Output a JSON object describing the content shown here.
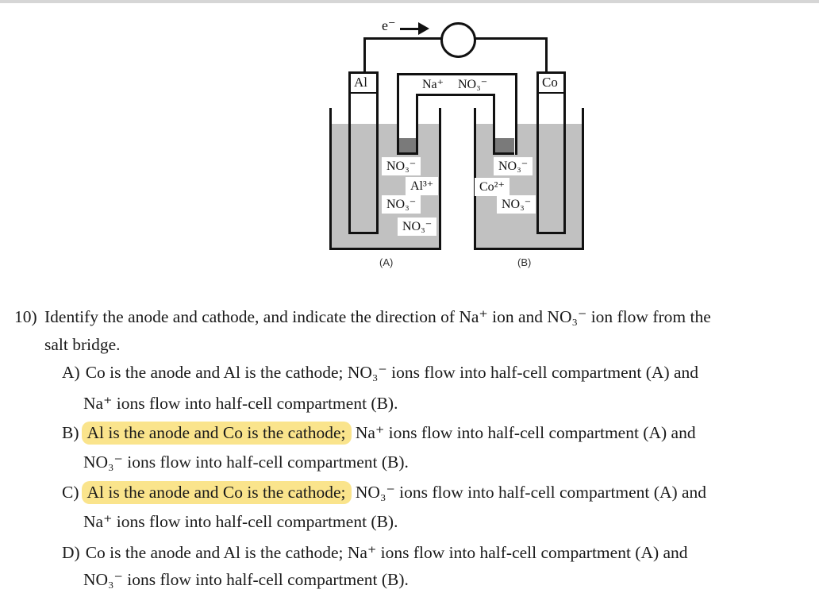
{
  "page": {
    "top_bar_color": "#d6d6d6",
    "background": "#ffffff"
  },
  "diagram": {
    "electron_flow_label": "e⁻",
    "meter": "circle-meter",
    "electrode_left_label": "Al",
    "electrode_right_label": "Co",
    "salt_bridge": {
      "cation_label": "Na⁺",
      "anion_label": "NO₃⁻"
    },
    "beaker_a": {
      "caption": "(A)",
      "ions": [
        "NO₃⁻",
        "Al³⁺",
        "NO₃⁻",
        "NO₃⁻"
      ]
    },
    "beaker_b": {
      "caption": "(B)",
      "ions": [
        "NO₃⁻",
        "Co²⁺",
        "NO₃⁻"
      ]
    },
    "colors": {
      "solution": "#c1c1c1",
      "bridge_tip": "#7a7a7a",
      "outline": "#111111"
    }
  },
  "question": {
    "number": "10)",
    "line1": "Identify the anode and cathode, and indicate the direction of Na⁺ ion and NO₃⁻ ion flow from the",
    "line2": "salt bridge.",
    "highlight_color": "#fae48c",
    "options": [
      {
        "label": "A)",
        "highlight": "",
        "line1_rest": "Co is the anode and Al is the cathode; NO₃⁻ ions flow into half-cell compartment (A) and",
        "line2": "Na⁺ ions flow into half-cell compartment (B)."
      },
      {
        "label": "B)",
        "highlight": "Al is the anode and Co is the cathode;",
        "line1_rest": " Na⁺ ions flow into half-cell compartment (A) and",
        "line2": "NO₃⁻ ions flow into half-cell compartment (B)."
      },
      {
        "label": "C)",
        "highlight": "Al is the anode and Co is the cathode;",
        "line1_rest": " NO₃⁻ ions flow into half-cell compartment (A) and",
        "line2": "Na⁺ ions flow into half-cell compartment (B)."
      },
      {
        "label": "D)",
        "highlight": "",
        "line1_rest": "Co is the anode and Al is the cathode; Na⁺ ions flow into half-cell compartment (A) and",
        "line2": "NO₃⁻ ions flow into half-cell compartment (B)."
      }
    ]
  }
}
